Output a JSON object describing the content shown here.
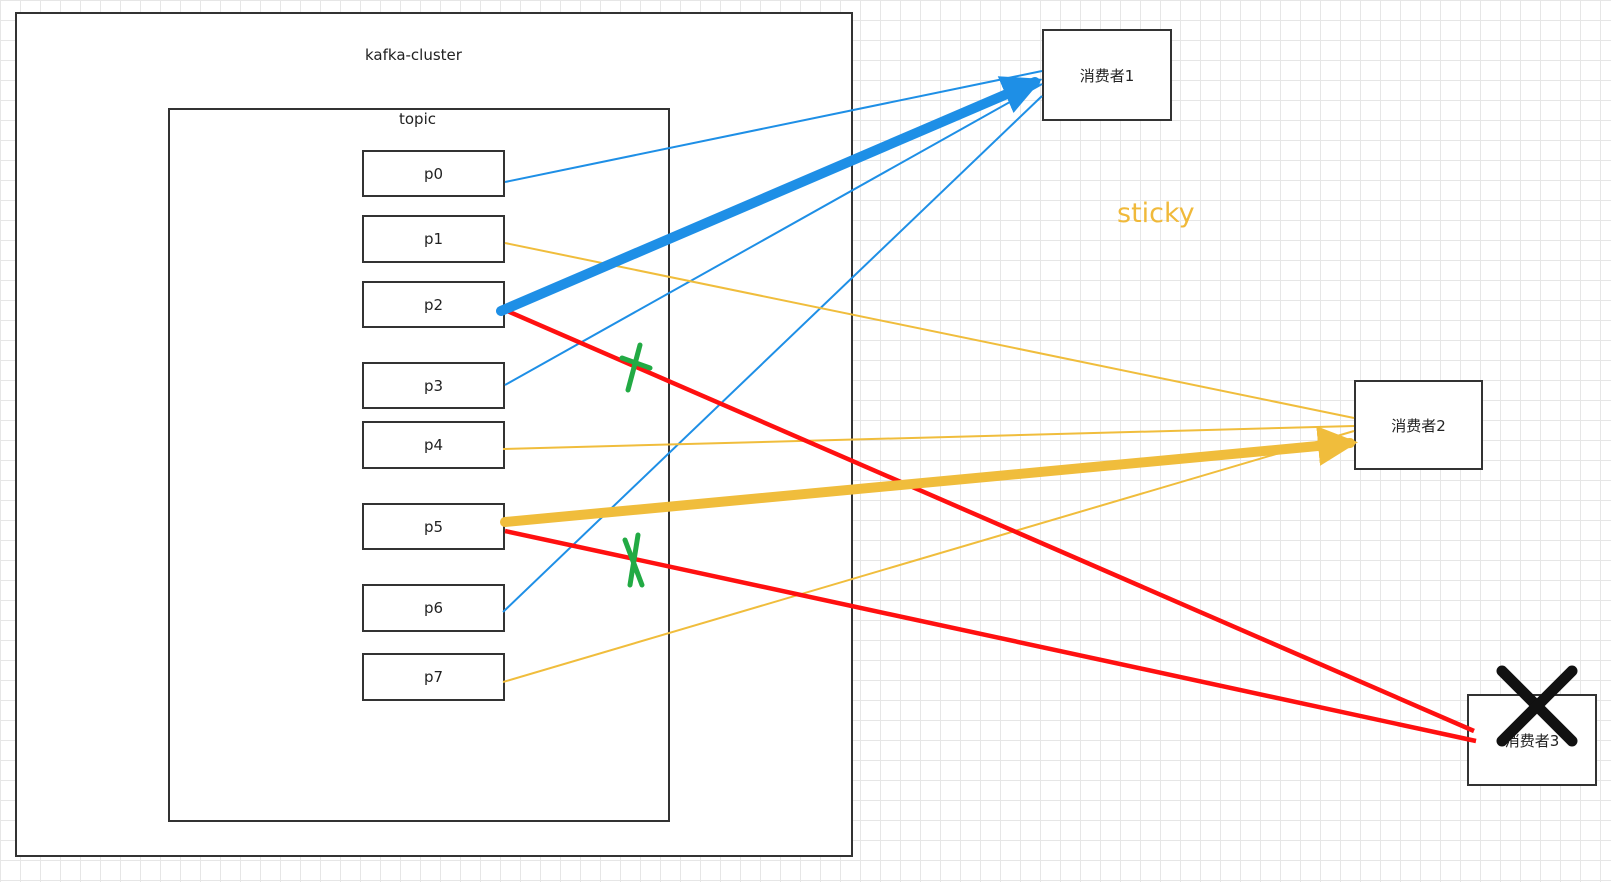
{
  "cluster": {
    "label": "kafka-cluster"
  },
  "topic": {
    "label": "topic"
  },
  "partitions": [
    "p0",
    "p1",
    "p2",
    "p3",
    "p4",
    "p5",
    "p6",
    "p7"
  ],
  "consumers": [
    "消费者1",
    "消费者2",
    "消费者3"
  ],
  "strategy_label": "sticky",
  "colors": {
    "consumer1": "#1e8fe6",
    "consumer2": "#f0bd3c",
    "removed": "#ff1010",
    "strike": "#22aa44",
    "dead": "#111111"
  }
}
